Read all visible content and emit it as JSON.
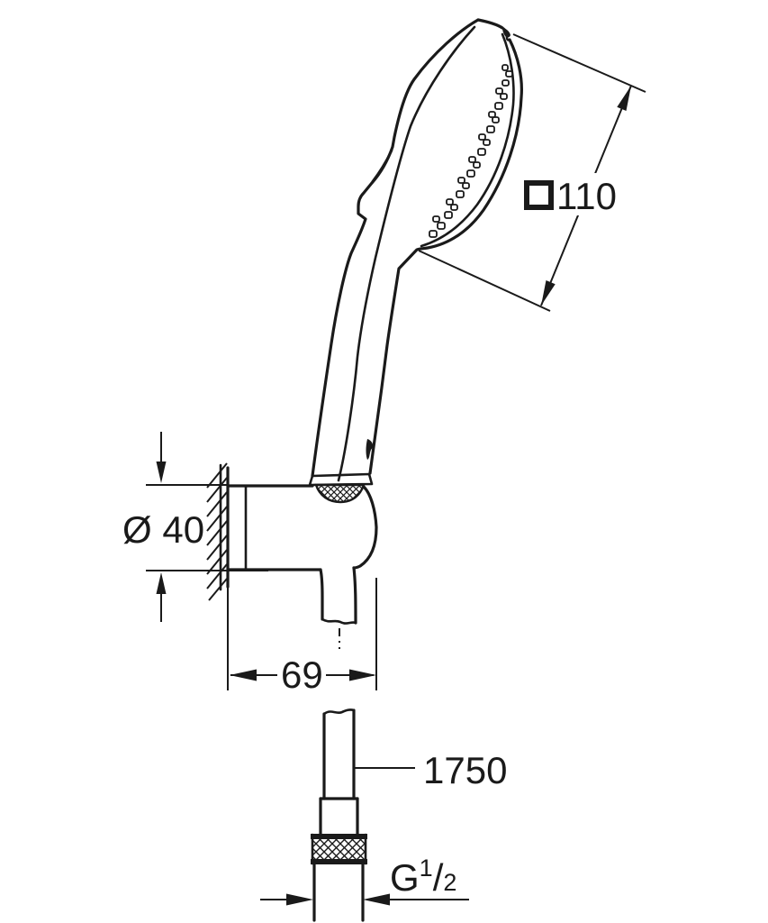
{
  "canvas": {
    "background": "#ffffff",
    "line_color": "#1a1a1a"
  },
  "drawing": {
    "subject": "hand shower with wall holder and shower hose, dimensional line drawing"
  },
  "dimensions": {
    "head_size": {
      "symbol": "square",
      "value": "110"
    },
    "holder_diameter": {
      "value": "Ø 40"
    },
    "projection": {
      "value": "69"
    },
    "hose_length": {
      "value": "1750"
    },
    "thread": {
      "prefix": "G",
      "numerator": "1",
      "slash": "/",
      "denominator": "2"
    }
  }
}
